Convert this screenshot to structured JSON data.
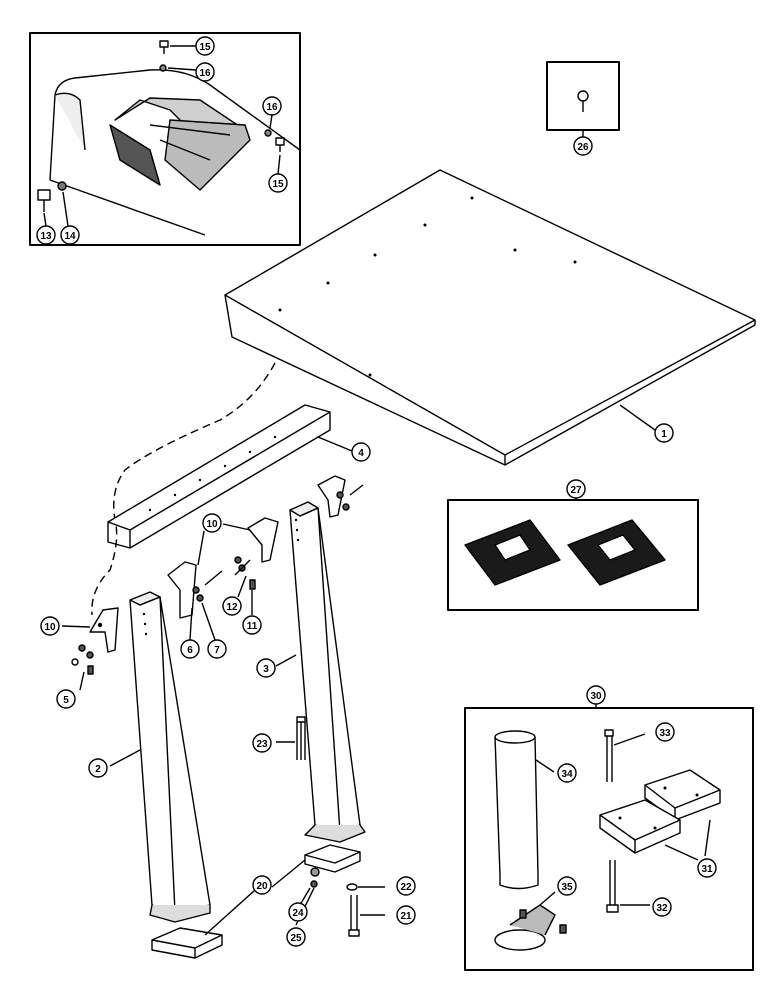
{
  "callouts": {
    "c1": "1",
    "c2": "2",
    "c3": "3",
    "c4": "4",
    "c5": "5",
    "c6": "6",
    "c7": "7",
    "c10a": "10",
    "c10b": "10",
    "c11": "11",
    "c12": "12",
    "c13": "13",
    "c14": "14",
    "c15a": "15",
    "c15b": "15",
    "c16a": "16",
    "c16b": "16",
    "c20": "20",
    "c21": "21",
    "c22": "22",
    "c23": "23",
    "c24": "24",
    "c25": "25",
    "c26": "26",
    "c27": "27",
    "c30": "30",
    "c31": "31",
    "c32": "32",
    "c33": "33",
    "c34": "34",
    "c35": "35"
  },
  "colors": {
    "ink": "#000000",
    "paper": "#ffffff",
    "shade": "#d9d9d9",
    "dark": "#1a1a1a"
  }
}
